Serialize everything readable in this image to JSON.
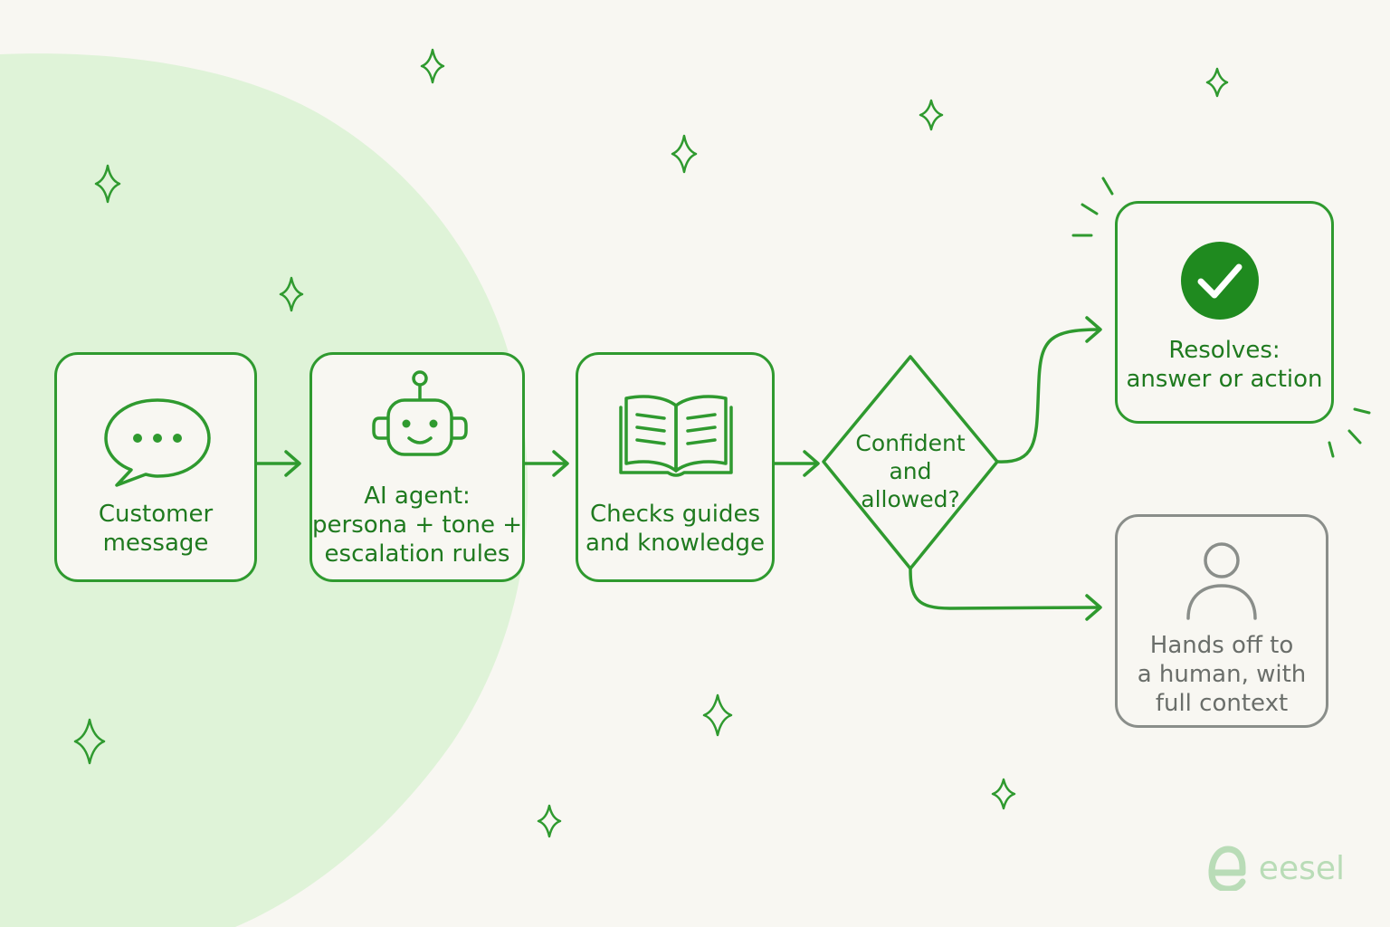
{
  "nodes": {
    "customer": {
      "label": "Customer\nmessage",
      "icon": "speech-bubble-icon"
    },
    "agent": {
      "label": "AI agent:\npersona + tone +\nescalation rules",
      "icon": "robot-icon"
    },
    "knowledge": {
      "label": "Checks guides\nand knowledge",
      "icon": "open-book-icon"
    },
    "decision": {
      "label": "Confident\nand\nallowed?"
    },
    "resolve": {
      "label": "Resolves:\nanswer or action",
      "icon": "checkmark-icon"
    },
    "human": {
      "label": "Hands off to\na human, with\nfull context",
      "icon": "person-icon"
    }
  },
  "brand": {
    "name": "eesel"
  },
  "colors": {
    "accent": "#2f9a2f",
    "accent_dark": "#1f7a1f",
    "blob": "#dff3d8",
    "neutral": "#8a8e8a",
    "background": "#f8f7f2"
  }
}
